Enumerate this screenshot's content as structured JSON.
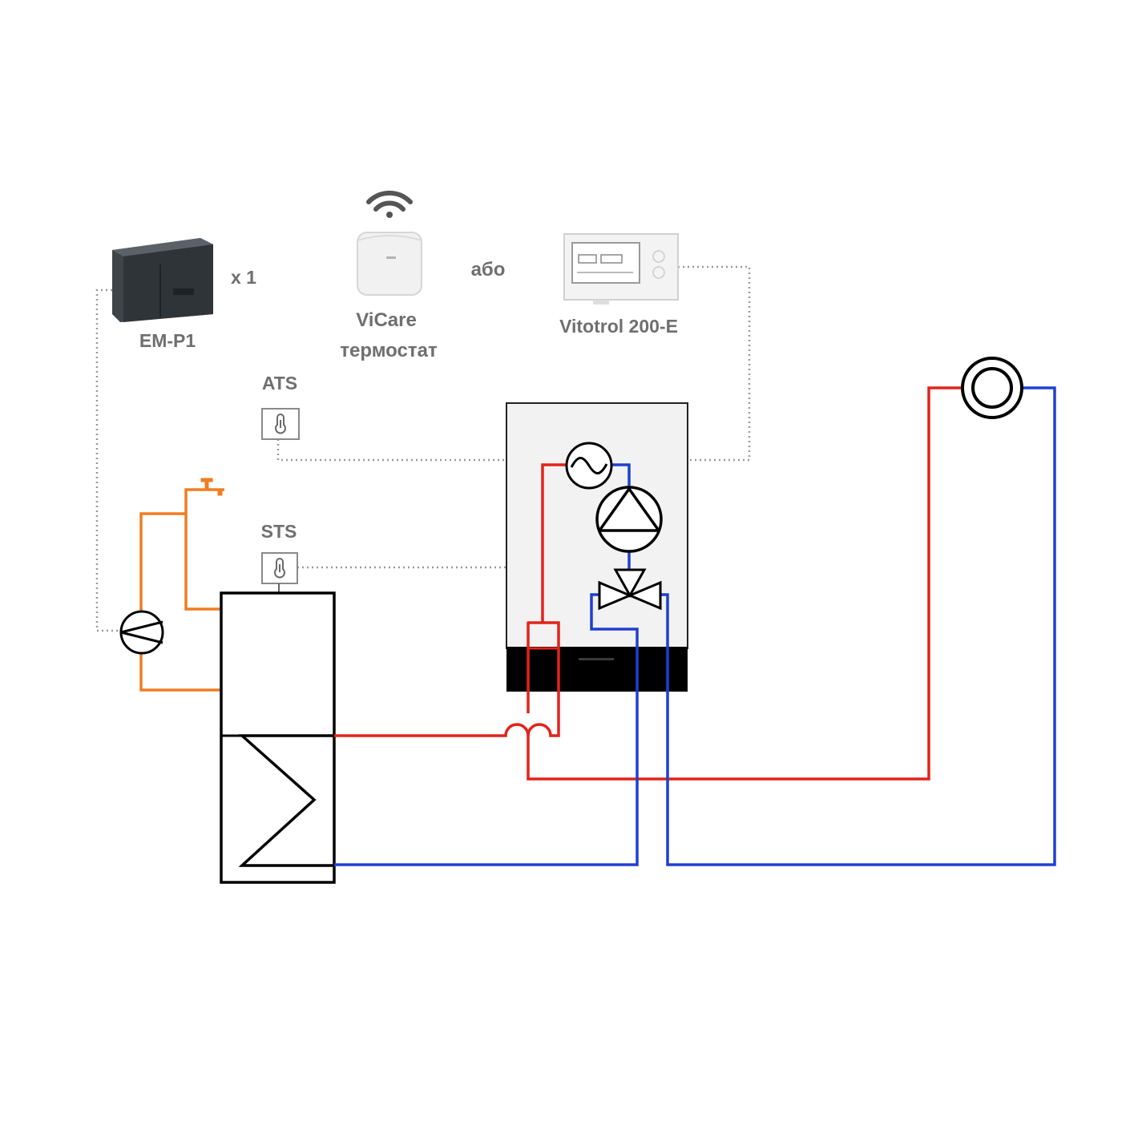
{
  "labels": {
    "em_p1": "EM-P1",
    "quantity": "x 1",
    "vicare_line1": "ViCare",
    "vicare_line2": "термостат",
    "or_word": "або",
    "vitotrol": "Vitotrol 200-E",
    "ats": "ATS",
    "sts": "STS"
  },
  "colors": {
    "hot_pipe": "#e2231a",
    "cold_pipe": "#1f3fd1",
    "dhw_pipe": "#ef7d22",
    "control_line": "#9a9a9a",
    "outline": "#000000",
    "label_text": "#6f6f6f"
  },
  "icons": {
    "wifi": "wifi-icon",
    "sensor": "temperature-sensor-icon",
    "pump": "pump-icon",
    "heat_exchanger": "heat-exchanger-icon",
    "valve": "three-way-valve-icon",
    "faucet": "faucet-icon",
    "radiator": "heating-circuit-icon"
  }
}
